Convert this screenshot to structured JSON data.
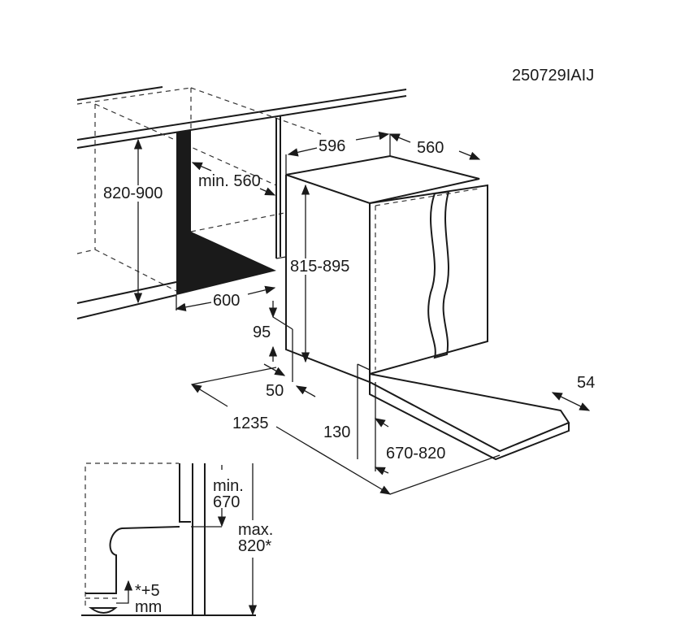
{
  "diagram": {
    "code": "250729IAIJ",
    "dimensions": {
      "niche_height": "820-900",
      "niche_depth_min": "min. 560",
      "niche_width": "600",
      "appliance_width": "596",
      "appliance_depth": "560",
      "appliance_height": "815-895",
      "plinth_height": "95",
      "plinth_depth": "50",
      "door_open_depth": "1235",
      "door_offset": "130",
      "door_height": "670-820",
      "door_adjust": "54"
    },
    "detail": {
      "min_label": "min.",
      "min_value": "670",
      "max_label": "max.",
      "max_value": "820*",
      "adjust_value": "*+5",
      "adjust_unit": "mm"
    }
  }
}
